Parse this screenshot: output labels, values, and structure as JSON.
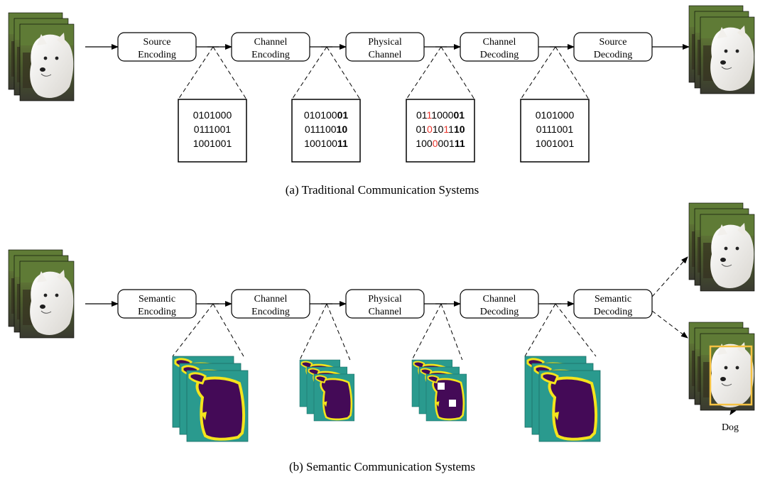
{
  "panel_a": {
    "caption": "(a) Traditional Communication Systems",
    "blocks": [
      {
        "line1": "Source",
        "line2": "Encoding"
      },
      {
        "line1": "Channel",
        "line2": "Encoding"
      },
      {
        "line1": "Physical",
        "line2": "Channel"
      },
      {
        "line1": "Channel",
        "line2": "Decoding"
      },
      {
        "line1": "Source",
        "line2": "Decoding"
      }
    ],
    "bit_boxes": [
      {
        "rows": [
          [
            {
              "t": "0101000"
            }
          ],
          [
            {
              "t": "0111001"
            }
          ],
          [
            {
              "t": "1001001"
            }
          ]
        ]
      },
      {
        "rows": [
          [
            {
              "t": "010100"
            },
            {
              "t": "01",
              "b": true
            }
          ],
          [
            {
              "t": "011100"
            },
            {
              "t": "10",
              "b": true
            }
          ],
          [
            {
              "t": "100100"
            },
            {
              "t": "11",
              "b": true
            }
          ]
        ]
      },
      {
        "rows": [
          [
            {
              "t": "01"
            },
            {
              "t": "1",
              "r": true
            },
            {
              "t": "1000"
            },
            {
              "t": "01",
              "b": true
            }
          ],
          [
            {
              "t": "01"
            },
            {
              "t": "0",
              "r": true
            },
            {
              "t": "10"
            },
            {
              "t": "1",
              "r": true
            },
            {
              "t": "1"
            },
            {
              "t": "10",
              "b": true
            }
          ],
          [
            {
              "t": "100"
            },
            {
              "t": "0",
              "r": true
            },
            {
              "t": "001"
            },
            {
              "t": "11",
              "b": true
            }
          ]
        ]
      },
      {
        "rows": [
          [
            {
              "t": "0101000"
            }
          ],
          [
            {
              "t": "0111001"
            }
          ],
          [
            {
              "t": "1001001"
            }
          ]
        ]
      }
    ]
  },
  "panel_b": {
    "caption": "(b) Semantic Communication Systems",
    "blocks": [
      {
        "line1": "Semantic",
        "line2": "Encoding"
      },
      {
        "line1": "Channel",
        "line2": "Encoding"
      },
      {
        "line1": "Physical",
        "line2": "Channel"
      },
      {
        "line1": "Channel",
        "line2": "Decoding"
      },
      {
        "line1": "Semantic",
        "line2": "Decoding"
      }
    ],
    "output_label": "Dog"
  },
  "colors": {
    "error_bit": "#e8332a",
    "map_background": "#2a9a8e",
    "map_region": "#440a57",
    "map_border": "#f4e41c",
    "detection_box": "#f5c242"
  }
}
